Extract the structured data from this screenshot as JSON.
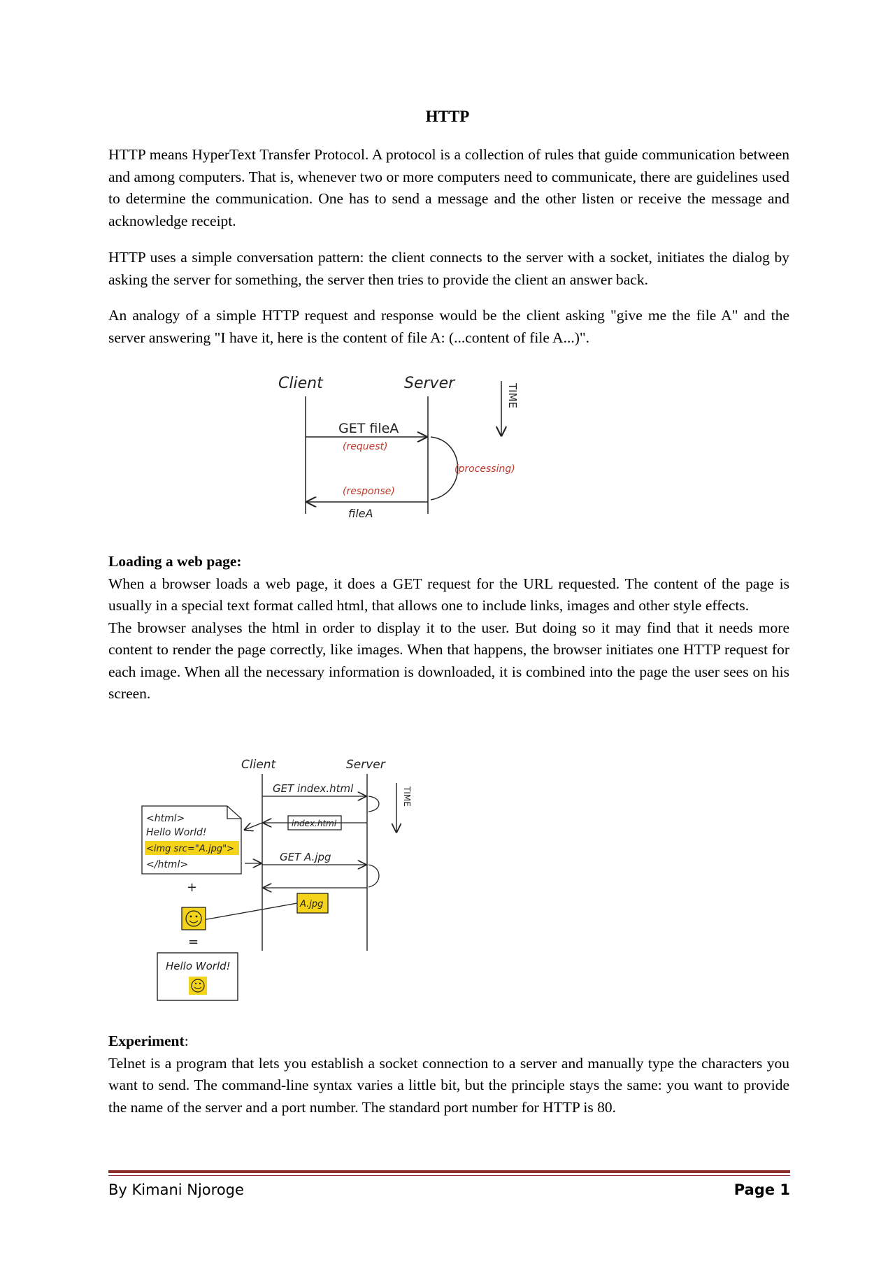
{
  "document": {
    "title": "HTTP",
    "intro": [
      "HTTP means HyperText Transfer Protocol. A protocol is a collection of rules that guide communication between and among computers.  That is, whenever two or more computers need to communicate, there are guidelines used to determine the communication. One has to send a message and the other listen or receive the message and acknowledge receipt.",
      "HTTP uses a simple conversation pattern: the client connects to the server with a socket, initiates the dialog by asking the server for something, the server then tries to provide the client an answer back.",
      " An analogy of a simple HTTP request and response would be the client asking \"give me the file A\" and the server answering \"I have it, here is the content of file A: (...content of file A...)\"."
    ],
    "loading": {
      "heading": "Loading a web page:",
      "p1": " When a browser loads a web page, it does a GET request for the URL requested. The content of the page is usually in a special text format called html, that allows one to include links, images and other style effects.",
      "p2": " The browser analyses the html in order to display it to the user. But doing so it may find that it needs more content to render the page correctly, like images. When that happens, the browser initiates one HTTP request for each image.  When all the necessary information is downloaded, it is combined into the page the user sees on his screen."
    },
    "experiment": {
      "heading": "Experiment",
      "colon": ":",
      "body": "Telnet is a program that lets you establish a socket connection to a server and manually type the characters you want to send. The command-line syntax varies a little bit, but the principle stays the same: you want to provide the name of the server and a port number. The standard port number for HTTP is 80."
    }
  },
  "diagram1": {
    "client": "Client",
    "server": "Server",
    "time": "TIME",
    "request_label": "GET fileA",
    "request_note": "(request)",
    "processing": "(processing)",
    "response_note": "(response)",
    "response_label": "fileA"
  },
  "diagram2": {
    "client": "Client",
    "server": "Server",
    "time": "TIME",
    "get_index": "GET index.html",
    "index_file": "index.html",
    "get_image": "GET A.jpg",
    "image_file": "A.jpg",
    "html_lines": [
      "<html>",
      "Hello World!",
      "<img src=\"A.jpg\">",
      "</html>"
    ],
    "plus": "+",
    "equals": "=",
    "result_text": "Hello World!",
    "highlight_color": "#f5d31a"
  },
  "footer": {
    "author": "By Kimani Njoroge",
    "page": "Page 1",
    "rule_color": "#8c2f2b"
  }
}
